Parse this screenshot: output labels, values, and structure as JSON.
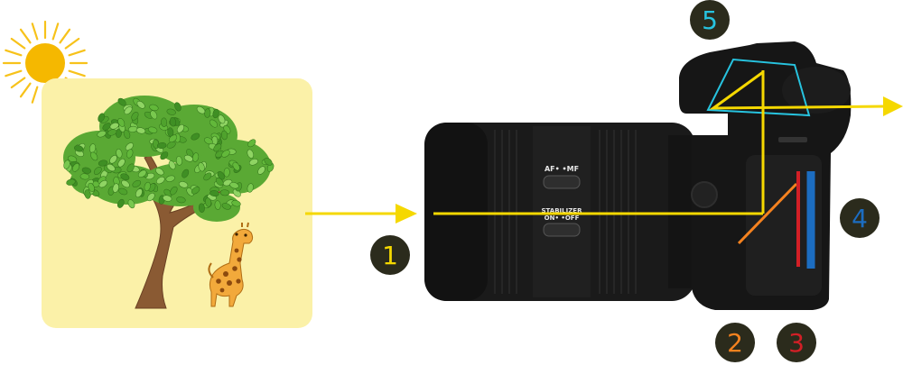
{
  "colors": {
    "scene_background": "#fbf1a8",
    "sun": "#f5b800",
    "sun_rays": "#f7c21a",
    "light_path": "#f5d800",
    "badge_fill": "#2b2b1c",
    "mirror": "#f5821f",
    "shutter": "#d21f26",
    "sensor": "#1c6dc1",
    "prism": "#27c3df",
    "foliage": "#62b83a",
    "trunk": "#8a5a33",
    "camera_body": "#161616"
  },
  "lens": {
    "focus_mode_label": "AF• •MF",
    "stabilizer_label": "STABILIZER",
    "stabilizer_options": "ON• •OFF"
  },
  "badges": [
    {
      "number": "1",
      "color": "#f5d800"
    },
    {
      "number": "2",
      "color": "#f5821f"
    },
    {
      "number": "3",
      "color": "#d21f26"
    },
    {
      "number": "4",
      "color": "#1c6dc1"
    },
    {
      "number": "5",
      "color": "#27c3df"
    }
  ]
}
